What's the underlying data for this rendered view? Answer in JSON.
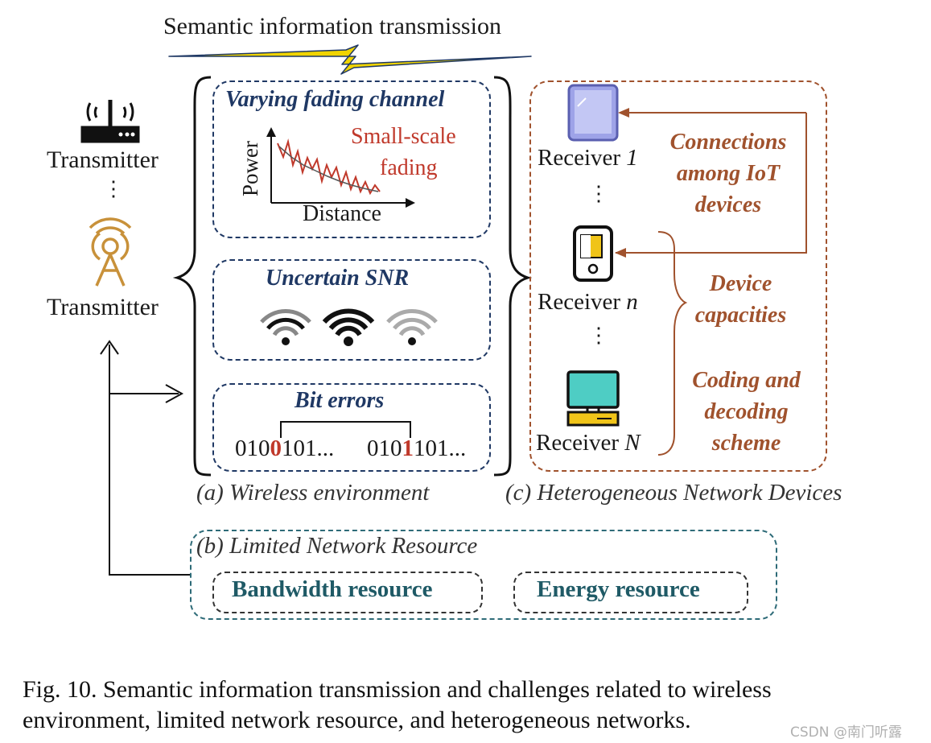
{
  "top_title": "Semantic information transmission",
  "transmitters": [
    {
      "label": "Transmitter",
      "icon": "router-icon"
    },
    {
      "label": "Transmitter",
      "icon": "radio-tower-icon"
    }
  ],
  "vertical_dots": "⋮",
  "wireless": {
    "fading": {
      "heading": "Varying fading channel",
      "annotation_line1": "Small-scale",
      "annotation_line2": "fading",
      "ylabel": "Power",
      "xlabel": "Distance"
    },
    "snr": {
      "heading": "Uncertain SNR"
    },
    "bits": {
      "heading": "Bit errors",
      "seq1": {
        "pre": "010",
        "err": "0",
        "post": "101..."
      },
      "seq2": {
        "pre": "010",
        "err": "1",
        "post": "101..."
      }
    },
    "caption": "(a) Wireless environment"
  },
  "receivers": [
    {
      "label": "Receiver",
      "index": "1",
      "icon": "tablet-icon"
    },
    {
      "label": "Receiver",
      "index": "n",
      "icon": "phone-icon"
    },
    {
      "label": "Receiver",
      "index": "N",
      "icon": "computer-icon"
    }
  ],
  "hetero": {
    "connections": [
      "Connections",
      "among IoT",
      "devices"
    ],
    "capacities": [
      "Device",
      "capacities"
    ],
    "coding": [
      "Coding and",
      "decoding",
      "scheme"
    ],
    "caption": "(c) Heterogeneous Network Devices"
  },
  "resources": {
    "caption": "(b) Limited Network Resource",
    "bandwidth": "Bandwidth resource",
    "energy": "Energy resource"
  },
  "figure_caption": {
    "line1": "Fig. 10.   Semantic information transmission and challenges related to wireless",
    "line2": "environment, limited network resource, and heterogeneous networks."
  },
  "watermark": "CSDN @南门听露",
  "colors": {
    "navy": "#1f3864",
    "brown": "#a0522d",
    "teal": "#2e6b78",
    "error_red": "#c0392b",
    "lightning_yellow": "#f0d400",
    "tower_gold": "#c8913a"
  }
}
